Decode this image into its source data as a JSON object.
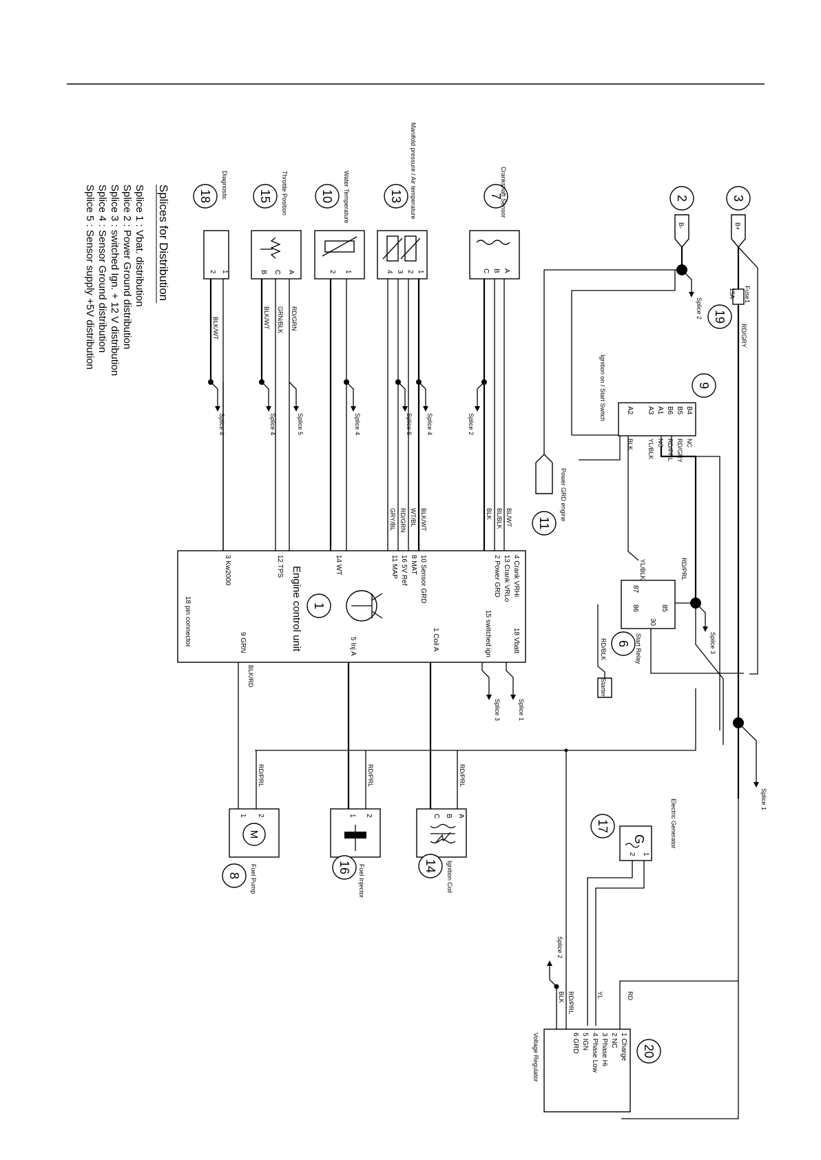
{
  "legend": {
    "title": "Splices for Distribution",
    "items": [
      "Splice 1 :  Vbat. distribution",
      "Splice 2 :  Power Ground distribution",
      "Splice 3 :  switched Ign. + 12 V distribution",
      "Splice 4 :  Sensor Ground distribution",
      "Splice 5 :  Sensor supply +5V distribution"
    ]
  },
  "sensors": {
    "crank": {
      "num": "7",
      "name": "Crankshaft Sensor",
      "pins": [
        "A",
        "B",
        "C"
      ]
    },
    "map": {
      "num": "13",
      "name": "Manifold pressure  /  Air temperature",
      "pins": [
        "1",
        "2",
        "3",
        "4"
      ]
    },
    "water": {
      "num": "10",
      "name": "Water Temperature",
      "pins": [
        "1",
        "2"
      ]
    },
    "tps": {
      "num": "15",
      "name": "Throttle Position",
      "pins": [
        "A",
        "C",
        "B"
      ]
    },
    "diag": {
      "num": "18",
      "name": "Diagnostic",
      "pins": [
        "1",
        "2"
      ]
    }
  },
  "ecu": {
    "num": "1",
    "title": "Engine control unit",
    "connector": "18 pin connector",
    "pins_left": [
      "4 Crank VRHi",
      "13 Crank VRLo",
      "2 Power GRD",
      "10 Sensor GRD",
      "8 MAT",
      "16 5V Ref",
      "11 MAP",
      "14 WT",
      "12 TPS",
      "3 Kw2000"
    ],
    "pins_right": [
      "18 Vbatt",
      "15 switched ign",
      "1 Coil A",
      "5 Inj A",
      "9 GRN"
    ]
  },
  "battery": {
    "b_plus_num": "3",
    "b_plus": "B+",
    "b_minus_num": "2",
    "b_minus": "B-"
  },
  "fuse": {
    "num": "19",
    "name": "Fuse1",
    "rating": "15A"
  },
  "switch": {
    "num": "9",
    "name": "Ignition on / Start Switch",
    "pins": [
      "B4",
      "B5",
      "B6",
      "A1",
      "A3",
      "A2"
    ],
    "wires": [
      "NC",
      "RD/GRY",
      "RD/PRL",
      "NC",
      "YL/BLK",
      "BLK"
    ]
  },
  "ground": {
    "num": "11",
    "name": "Power GRD engine"
  },
  "relay": {
    "num": "6",
    "name": "Start Relay",
    "pins": [
      "86",
      "85",
      "87",
      "30"
    ],
    "starter": "Starter"
  },
  "generator": {
    "num": "17",
    "name": "Electric Generator",
    "letter": "G",
    "pins": [
      "1",
      "2"
    ]
  },
  "regulator": {
    "num": "20",
    "name": "Voltage Regulator",
    "pins": [
      "1 Charge",
      "2 NC",
      "3 Phase Hi",
      "4 Phase Low",
      "5 IGN",
      "6 GRD"
    ]
  },
  "actuators": {
    "coil": {
      "num": "14",
      "name": "Ignition Coil",
      "pins": [
        "A",
        "B",
        "C"
      ]
    },
    "injector": {
      "num": "16",
      "name": "Fuel Injector",
      "pins": [
        "2",
        "1"
      ]
    },
    "pump": {
      "num": "8",
      "name": "Fuel Pump",
      "pins": [
        "2",
        "1"
      ],
      "letter": "M"
    }
  },
  "splices": {
    "s1": "Splice 1",
    "s2": "Splice 2",
    "s3": "Splice 3",
    "s4": "Splice 4",
    "s5": "Splice 5",
    "s6": "Splice 6",
    "s3b": "Spilce 3"
  },
  "wire_colors": {
    "rd_gry": "RD/GRY",
    "bl_wt": "BL/WT",
    "bl_blk": "BL/BLK",
    "blk": "BLK",
    "blk_wt": "BLK/WT",
    "wt_bl": "WT/BL",
    "rd_grn": "RD/GRN",
    "gry_bl": "GRY/BL",
    "grn_blk": "GRN/BLK",
    "blk_rd": "BLK/RD",
    "rd_prl": "RD/PRL",
    "yl_blk": "YL/BLK",
    "rd_blk": "RD/BLK",
    "rd": "RD",
    "yl": "YL"
  }
}
